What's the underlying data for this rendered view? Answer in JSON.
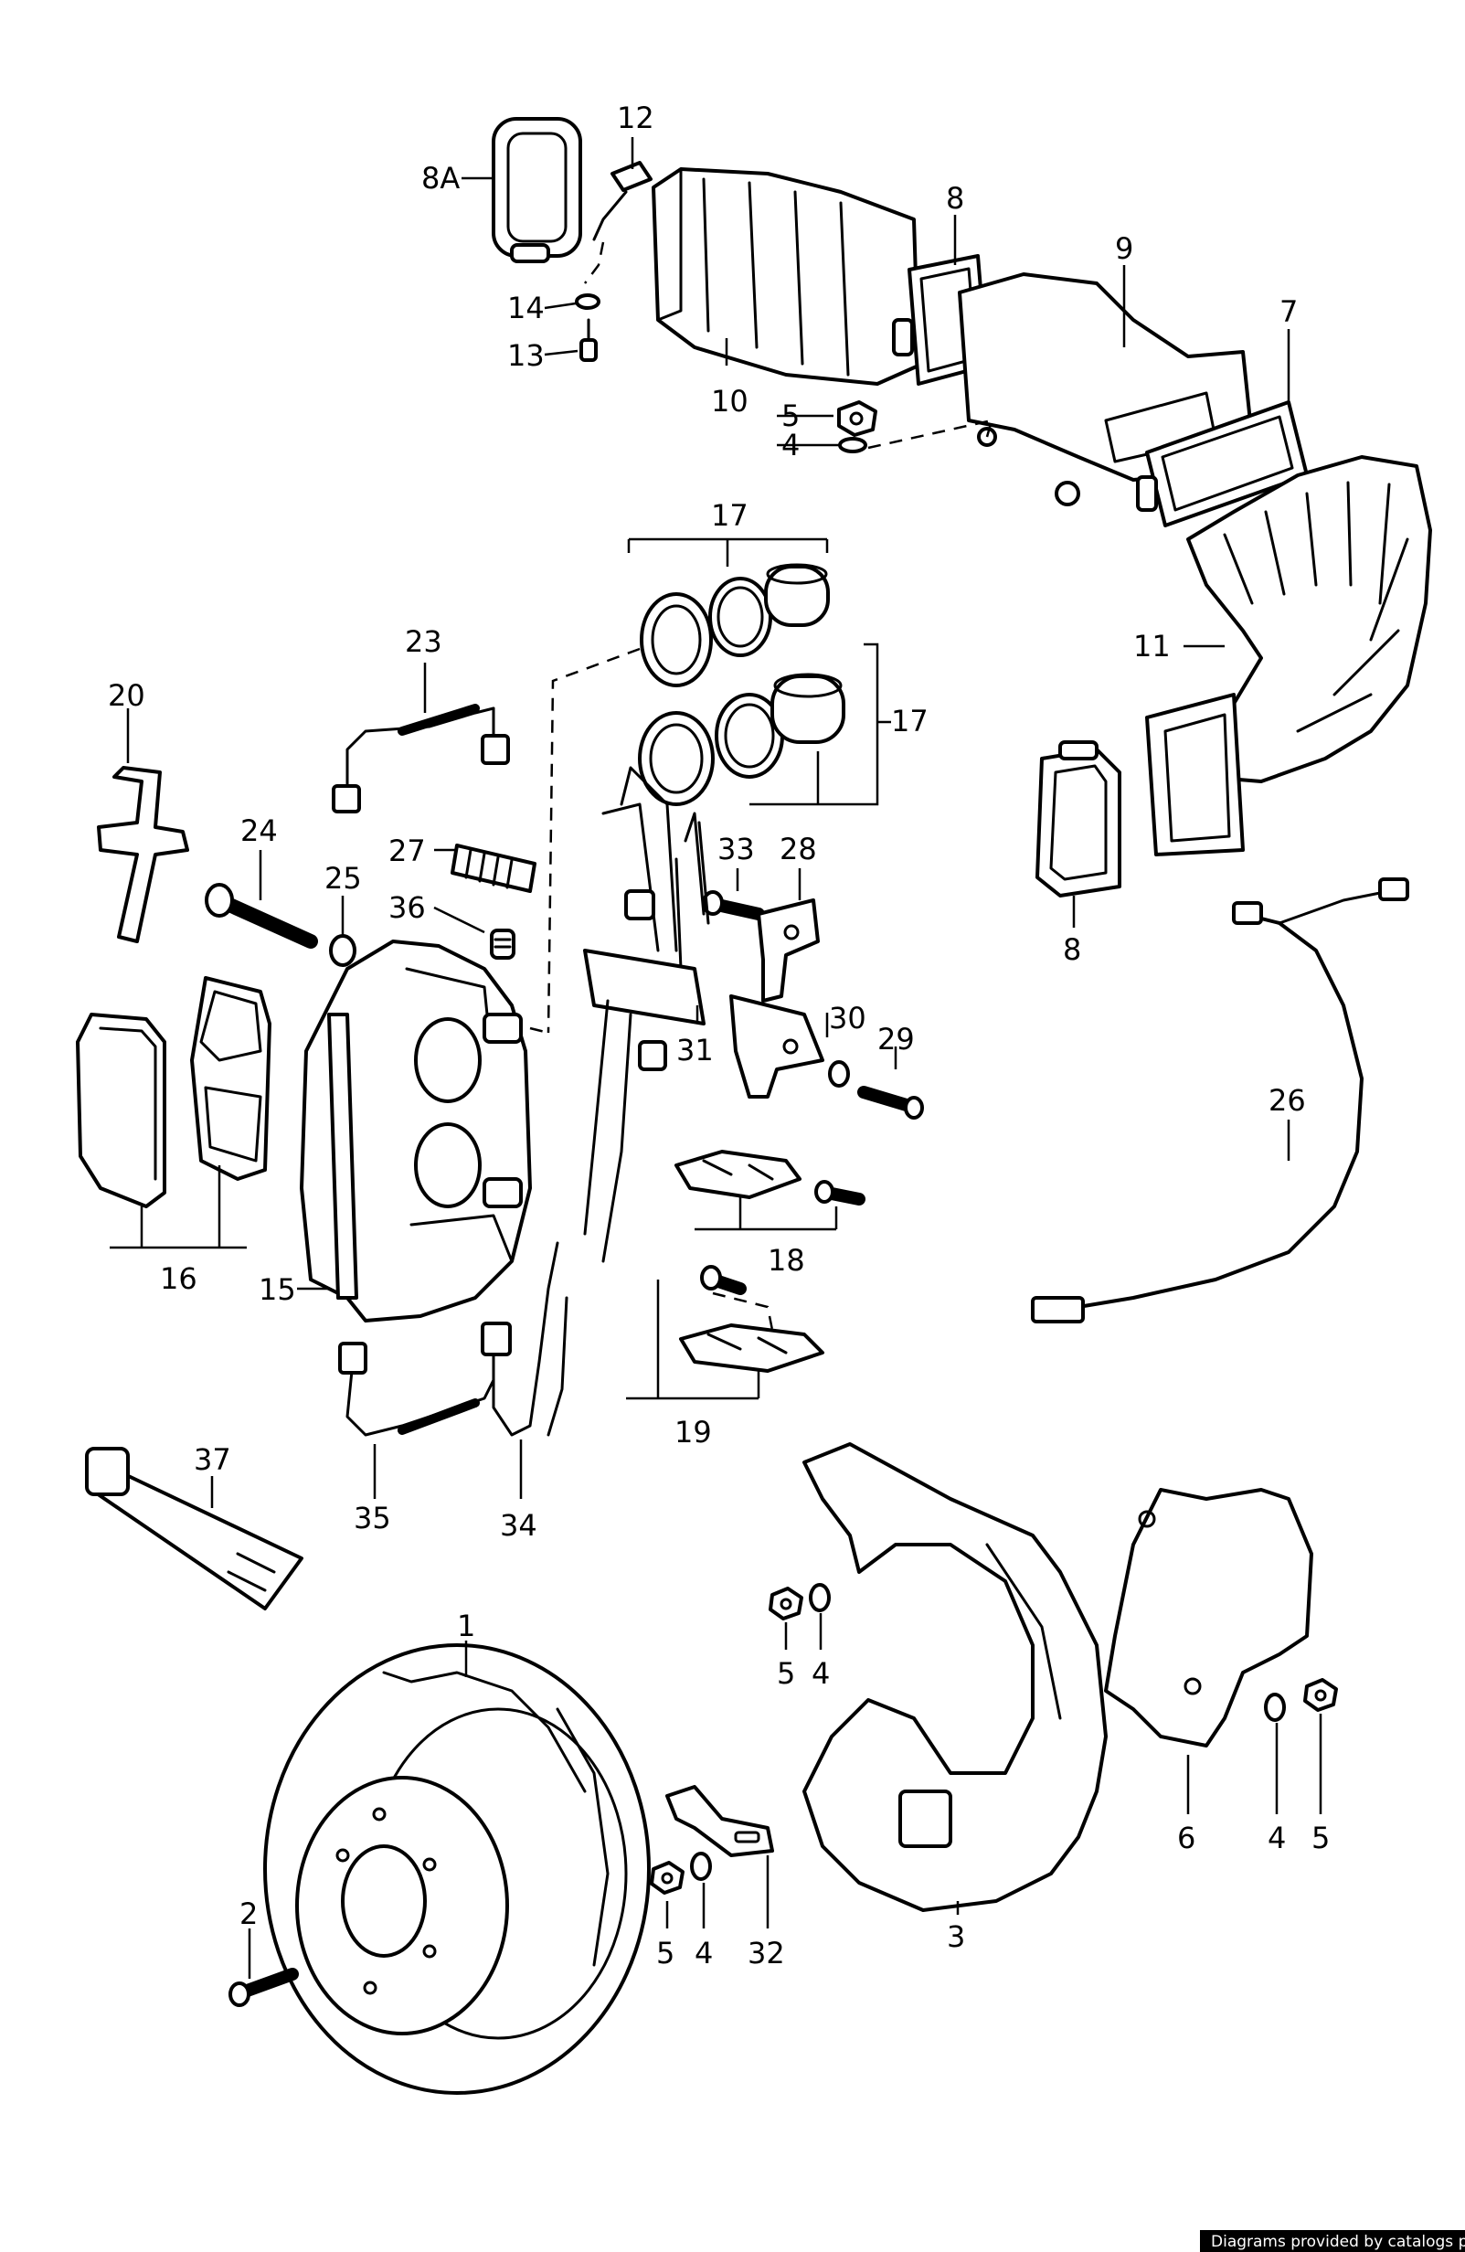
{
  "labels": {
    "l1": "1",
    "l2": "2",
    "l3": "3",
    "l4a": "4",
    "l4b": "4",
    "l4c": "4",
    "l4d": "4",
    "l5a": "5",
    "l5b": "5",
    "l5c": "5",
    "l5d": "5",
    "l6": "6",
    "l7": "7",
    "l8": "8",
    "l8b": "8",
    "l8a": "8A",
    "l9": "9",
    "l10": "10",
    "l11": "11",
    "l12": "12",
    "l13": "13",
    "l14": "14",
    "l15": "15",
    "l16": "16",
    "l17a": "17",
    "l17b": "17",
    "l18": "18",
    "l19": "19",
    "l20": "20",
    "l23": "23",
    "l24": "24",
    "l25": "25",
    "l26": "26",
    "l27": "27",
    "l28": "28",
    "l29": "29",
    "l30": "30",
    "l31": "31",
    "l32": "32",
    "l33": "33",
    "l34": "34",
    "l35": "35",
    "l36": "36",
    "l37": "37"
  },
  "credit": "Diagrams provided by catalogs parts"
}
